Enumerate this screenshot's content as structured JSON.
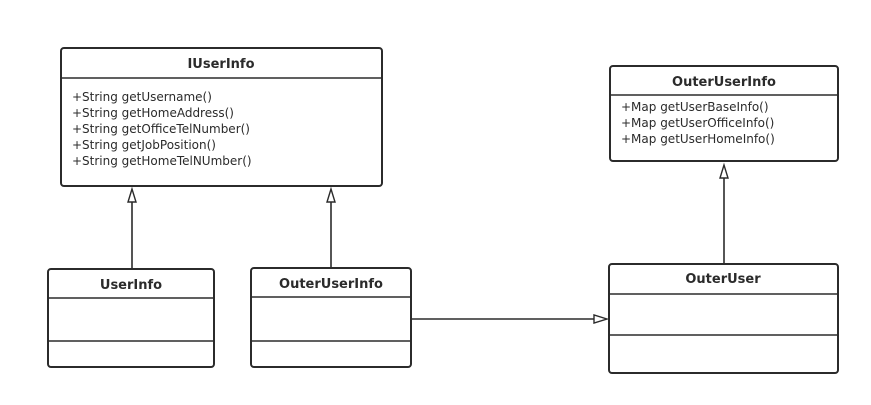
{
  "classes": {
    "iuserinfo": {
      "name": "IUserInfo",
      "methods": [
        "+String getUsername()",
        "+String getHomeAddress()",
        "+String getOfficeTelNumber()",
        "+String getJobPosition()",
        "+String getHomeTelNUmber()"
      ]
    },
    "outeruserinfo_interface": {
      "name": "OuterUserInfo",
      "methods": [
        "+Map  getUserBaseInfo()",
        "+Map  getUserOfficeInfo()",
        "+Map  getUserHomeInfo()"
      ]
    },
    "userinfo": {
      "name": "UserInfo"
    },
    "outeruserinfo_adapter": {
      "name": "OuterUserInfo"
    },
    "outeruser": {
      "name": "OuterUser"
    }
  }
}
